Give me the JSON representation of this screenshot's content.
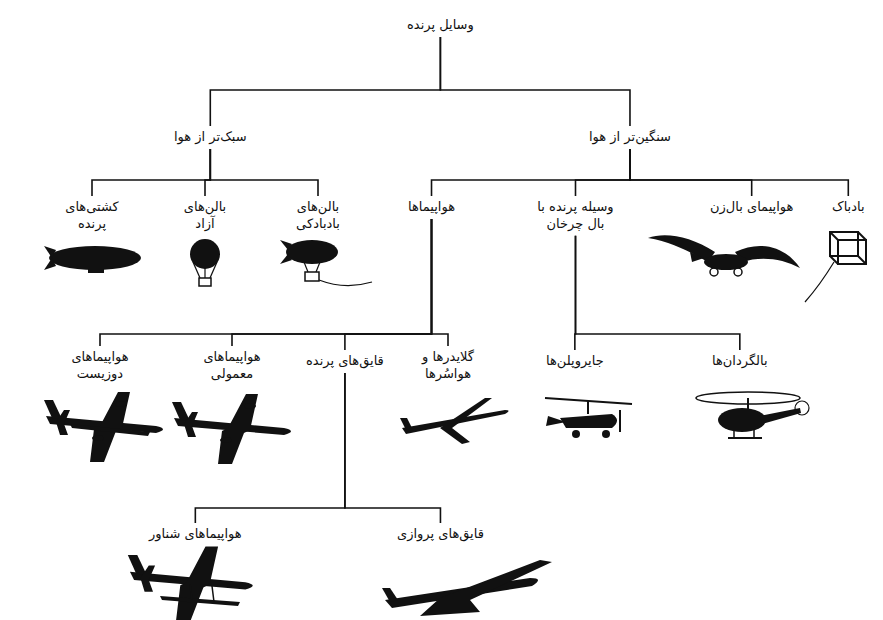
{
  "diagram": {
    "nodes": [
      {
        "text": [
          "وسایل پرنده"
        ]
      },
      {
        "text": [
          "سنگین‌تر از هوا"
        ]
      },
      {
        "text": [
          "سبک‌تر از هوا"
        ]
      },
      {
        "text": [
          "بادباک"
        ]
      },
      {
        "text": [
          "هواپیمای بال‌زن"
        ]
      },
      {
        "text": [
          "وسیله پرنده با بال چرخان"
        ]
      },
      {
        "text": [
          "هواپیماها"
        ]
      },
      {
        "text": [
          "بالن‌های بادبادکی"
        ]
      },
      {
        "text": [
          "بالن‌های آزاد"
        ]
      },
      {
        "text": [
          "کشتی‌های پرنده"
        ]
      },
      {
        "text": [
          "بالگردان‌ها"
        ]
      },
      {
        "text": [
          "جایروپلن‌ها"
        ]
      },
      {
        "text": [
          "گلایدرها و هواسُرها"
        ]
      },
      {
        "text": [
          "قایق‌های پرنده"
        ]
      },
      {
        "text": [
          "هواپیماهای معمولی"
        ]
      },
      {
        "text": [
          "هواپیماهای دوزیست"
        ]
      },
      {
        "text": [
          "قایق‌های پروازی"
        ]
      },
      {
        "text": [
          "هواپیماهای شناور"
        ]
      }
    ],
    "edges": [
      {
        "from": 0,
        "to": 1,
        "arrow": "none"
      },
      {
        "from": 0,
        "to": 2,
        "arrow": "none"
      },
      {
        "from": 1,
        "to": 3,
        "arrow": "none"
      },
      {
        "from": 1,
        "to": 4,
        "arrow": "none"
      },
      {
        "from": 1,
        "to": 5,
        "arrow": "none"
      },
      {
        "from": 1,
        "to": 6,
        "arrow": "none"
      },
      {
        "from": 2,
        "to": 7,
        "arrow": "none"
      },
      {
        "from": 2,
        "to": 8,
        "arrow": "none"
      },
      {
        "from": 2,
        "to": 9,
        "arrow": "none"
      },
      {
        "from": 5,
        "to": 10,
        "arrow": "none"
      },
      {
        "from": 5,
        "to": 11,
        "arrow": "none"
      },
      {
        "from": 6,
        "to": 12,
        "arrow": "none"
      },
      {
        "from": 6,
        "to": 13,
        "arrow": "none"
      },
      {
        "from": 6,
        "to": 14,
        "arrow": "none"
      },
      {
        "from": 6,
        "to": 15,
        "arrow": "none"
      },
      {
        "from": 13,
        "to": 16,
        "arrow": "none"
      },
      {
        "from": 13,
        "to": 17,
        "arrow": "none"
      }
    ]
  }
}
